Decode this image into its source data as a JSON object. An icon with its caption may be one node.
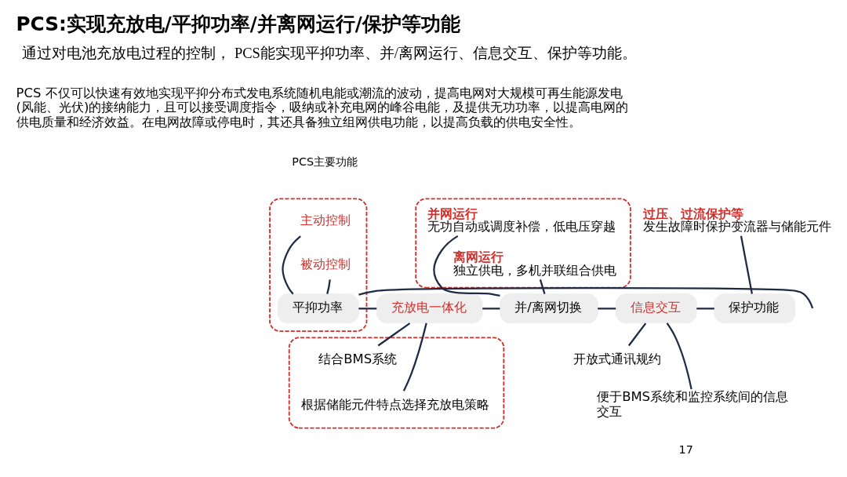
{
  "diagram": {
    "title": "PCS:实现充放电/平抑功率/并离网运行/保护等功能",
    "nodes": [
      {
        "text": [],
        "shape": "box"
      },
      {
        "text": [
          "平抑功率"
        ],
        "in": 0
      },
      {
        "text": [
          "主动控制"
        ],
        "in": 0
      },
      {
        "text": [
          "被动控制"
        ],
        "in": 0
      },
      {
        "text": [
          "充放电一体化"
        ]
      },
      {
        "text": [],
        "shape": "box"
      },
      {
        "text": [
          "结合BMS系统"
        ],
        "in": 5
      },
      {
        "text": [
          "根据储能元件特点选择充放电策略"
        ],
        "in": 5
      },
      {
        "text": [
          "并/离网切换"
        ]
      },
      {
        "text": [],
        "shape": "box"
      },
      {
        "text": [
          "并网运行",
          "无功自动或调度补偿，低电压穿越"
        ],
        "in": 9
      },
      {
        "text": [
          "离网运行",
          "独立供电，多机并联组合供电"
        ],
        "in": 9
      },
      {
        "text": [
          "信息交互"
        ]
      },
      {
        "text": [
          "开放式通讯规约"
        ]
      },
      {
        "text": [
          "便于BMS系统和监控系统间的信息交互"
        ]
      },
      {
        "text": [
          "保护功能"
        ]
      },
      {
        "text": [
          "过压、过流保护等",
          "发生故障时保护变流器与储能元件"
        ]
      }
    ],
    "edges": [
      {
        "from": null,
        "to": 1,
        "arrow": "none"
      },
      {
        "from": 1,
        "to": 4,
        "arrow": "none"
      },
      {
        "from": 4,
        "to": 8,
        "arrow": "none"
      },
      {
        "from": 8,
        "to": 12,
        "arrow": "none"
      },
      {
        "from": 12,
        "to": 15,
        "arrow": "none"
      },
      {
        "from": 1,
        "to": 2,
        "arrow": "none"
      },
      {
        "from": 1,
        "to": 3,
        "arrow": "none"
      },
      {
        "from": 4,
        "to": 6,
        "arrow": "none"
      },
      {
        "from": 4,
        "to": 7,
        "arrow": "none"
      },
      {
        "from": 8,
        "to": 10,
        "arrow": "none"
      },
      {
        "from": 8,
        "to": 11,
        "arrow": "none"
      },
      {
        "from": 12,
        "to": 13,
        "arrow": "none"
      },
      {
        "from": 12,
        "to": 14,
        "arrow": "none"
      },
      {
        "from": 15,
        "to": 16,
        "arrow": "none"
      }
    ],
    "labels": [
      "通过对电池充放电过程的控制， PCS能实现平抑功率、并/离网运行、信息交互、保护等功能。",
      "PCS 不仅可以快速有效地实现平抑分布式发电系统随机电能或潮流的波动，提高电网对大规模可再生能源发电(风能、光伏)的接纳能力，且可以接受调度指令，吸纳或补充电网的峰谷电能，及提供无功功率，以提高电网的供电质量和经济效益。在电网故障或停电时，其还具备独立组网供电功能，以提高负载的供电安全性。",
      "PCS主要功能",
      "17"
    ]
  }
}
